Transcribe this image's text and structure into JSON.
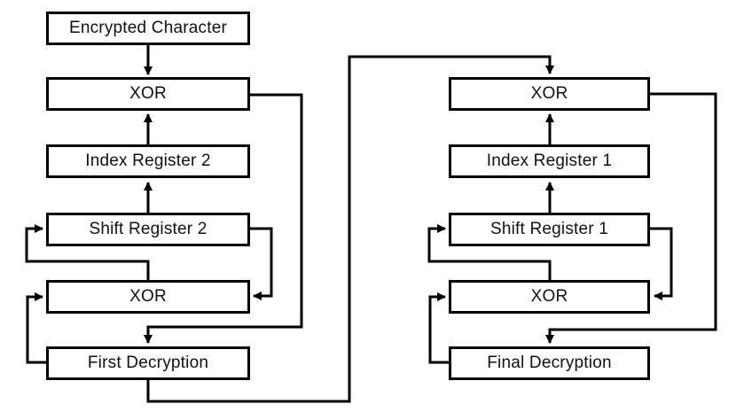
{
  "diagram": {
    "type": "flowchart",
    "background_color": "#ffffff",
    "stroke_color": "#000000",
    "text_color": "#111111",
    "nodes": {
      "encrypted_character": "Encrypted Character",
      "xor_left_top": "XOR",
      "index_register_2": "Index Register 2",
      "shift_register_2": "Shift Register 2",
      "xor_left_bottom": "XOR",
      "first_decryption": "First Decryption",
      "xor_right_top": "XOR",
      "index_register_1": "Index Register 1",
      "shift_register_1": "Shift Register 1",
      "xor_right_bottom": "XOR",
      "final_decryption": "Final Decryption"
    },
    "connections": [
      {
        "from": "encrypted_character",
        "to": "xor_left_top",
        "via": "top"
      },
      {
        "from": "index_register_2",
        "to": "xor_left_top",
        "via": "bottom"
      },
      {
        "from": "shift_register_2",
        "to": "index_register_2",
        "via": "bottom"
      },
      {
        "from": "xor_left_bottom",
        "to": "shift_register_2",
        "via": "left-side feedback loop"
      },
      {
        "from": "shift_register_2",
        "to": "xor_left_bottom",
        "via": "right-side loop"
      },
      {
        "from": "first_decryption",
        "to": "xor_left_bottom",
        "via": "left-side loop"
      },
      {
        "from": "xor_left_top",
        "to": "first_decryption",
        "via": "right rail down"
      },
      {
        "from": "first_decryption",
        "to": "xor_right_top",
        "via": "bottom rail up and over"
      },
      {
        "from": "index_register_1",
        "to": "xor_right_top",
        "via": "bottom"
      },
      {
        "from": "shift_register_1",
        "to": "index_register_1",
        "via": "bottom"
      },
      {
        "from": "xor_right_bottom",
        "to": "shift_register_1",
        "via": "left-side feedback loop"
      },
      {
        "from": "shift_register_1",
        "to": "xor_right_bottom",
        "via": "right-side loop"
      },
      {
        "from": "final_decryption",
        "to": "xor_right_bottom",
        "via": "left-side loop"
      },
      {
        "from": "xor_right_top",
        "to": "final_decryption",
        "via": "right rail down"
      }
    ]
  }
}
